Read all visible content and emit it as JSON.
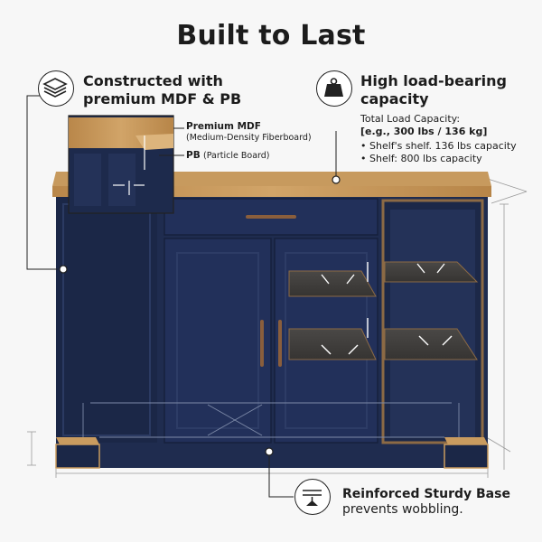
{
  "title": "Built to Last",
  "features": {
    "material": {
      "icon": "layers-icon",
      "title_line1": "Constructed with",
      "title_line2": "premium MDF & PB",
      "mdf_label": "Premium MDF",
      "mdf_sub": "(Medium-Density Fiberboard)",
      "pb_label": "PB",
      "pb_sub": "(Particle Board)"
    },
    "load": {
      "icon": "weight-icon",
      "title_line1": "High load-bearing",
      "title_line2": "capacity",
      "total_label": "Total Load Capacity:",
      "total_value": "[e.g., 300 lbs / 136 kg]",
      "bullet1": "• Shelf's shelf. 136 lbs capacity",
      "bullet2": "• Shelf: 800 lbs capacity"
    },
    "base": {
      "icon": "balance-icon",
      "title": "Reinforced Sturdy Base",
      "subtitle": "prevents wobbling."
    }
  },
  "colors": {
    "cabinet": "#1f2c4f",
    "cabinet_dark": "#172240",
    "wood": "#c89a5c",
    "background": "#f7f7f7"
  }
}
